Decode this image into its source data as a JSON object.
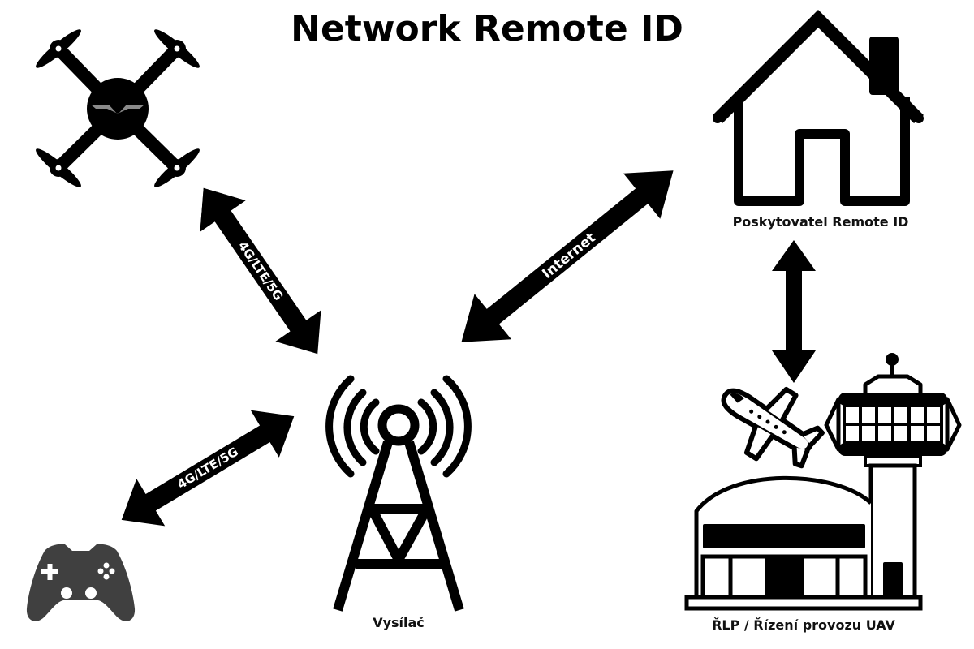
{
  "title": "Network Remote ID",
  "nodes": {
    "drone": {
      "icon": "drone-icon"
    },
    "controller": {
      "icon": "gamepad-icon",
      "color": "#404040"
    },
    "tower": {
      "icon": "radio-tower-icon",
      "label": "Vysílač"
    },
    "provider": {
      "icon": "house-icon",
      "label": "Poskytovatel Remote ID"
    },
    "atc": {
      "icon": "airport-tower-icon",
      "label": "ŘLP / Řízení provozu UAV"
    }
  },
  "links": [
    {
      "id": "drone-tower",
      "label": "4G/LTE/5G",
      "direction": "bidirectional"
    },
    {
      "id": "controller-tower",
      "label": "4G/LTE/5G",
      "direction": "bidirectional"
    },
    {
      "id": "tower-provider",
      "label": "Internet",
      "direction": "bidirectional"
    },
    {
      "id": "provider-atc",
      "label": "",
      "direction": "bidirectional"
    }
  ],
  "colors": {
    "primary": "#000000",
    "background": "#ffffff",
    "drone_logo": "#8a8a8a"
  }
}
